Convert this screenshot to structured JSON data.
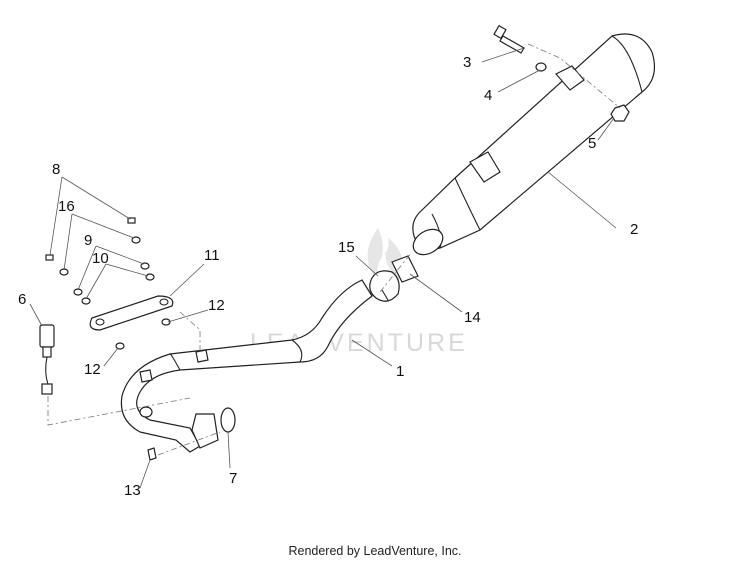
{
  "watermark": "LEADVENTURE",
  "footer": "Rendered by LeadVenture, Inc.",
  "callouts": {
    "c1": "1",
    "c2": "2",
    "c3": "3",
    "c4": "4",
    "c5": "5",
    "c6": "6",
    "c7": "7",
    "c8": "8",
    "c9": "9",
    "c10": "10",
    "c11": "11",
    "c12a": "12",
    "c12b": "12",
    "c13": "13",
    "c14": "14",
    "c15": "15",
    "c16": "16"
  }
}
